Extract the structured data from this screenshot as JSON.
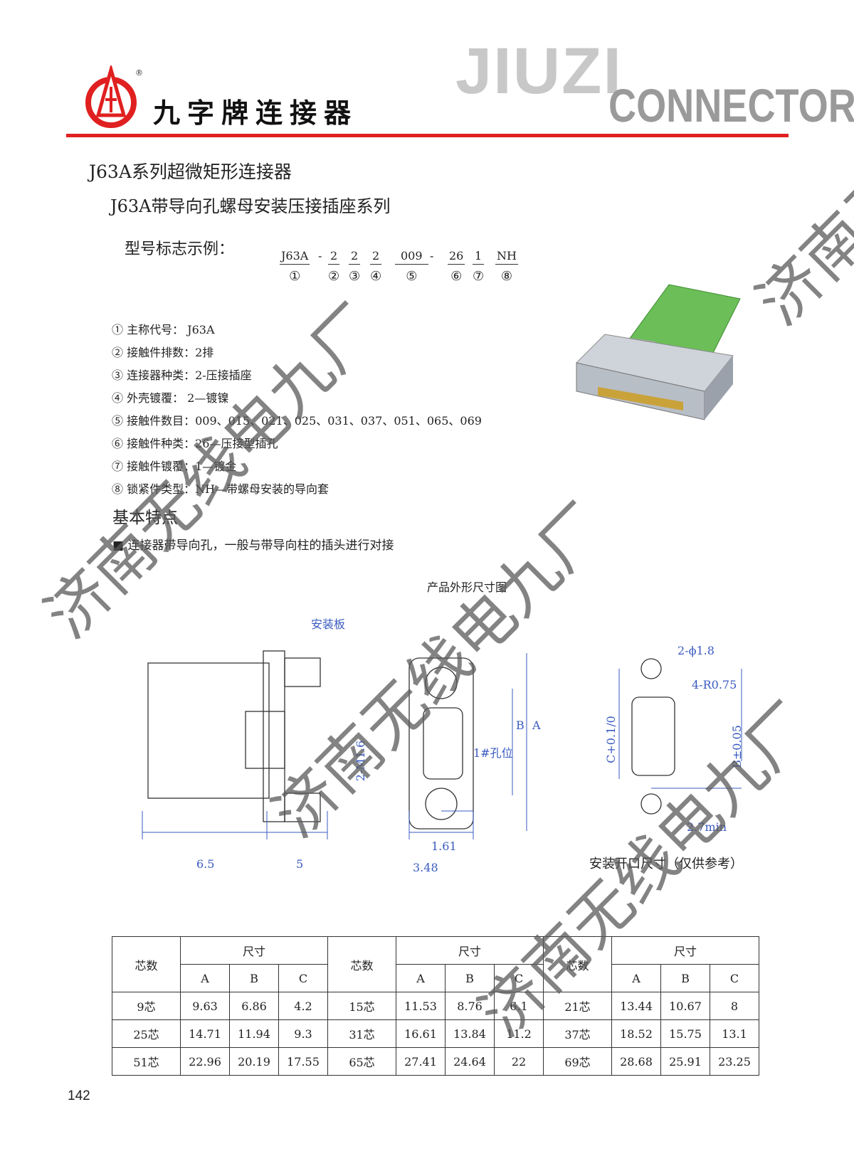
{
  "header": {
    "brand": "九字牌连接器",
    "logo_text": "JIUZI",
    "logo_sub": "CONNECTOR",
    "registered": "®"
  },
  "title": "J63A系列超微矩形连接器",
  "subtitle": "J63A带导向孔螺母安装压接插座系列",
  "model_label": "型号标志示例：",
  "model_code": [
    {
      "v": "J63A",
      "n": "①"
    },
    {
      "v": "2",
      "n": "②"
    },
    {
      "v": "2",
      "n": "③"
    },
    {
      "v": "2",
      "n": "④"
    },
    {
      "v": "009",
      "n": "⑤"
    },
    {
      "v": "26",
      "n": "⑥"
    },
    {
      "v": "1",
      "n": "⑦"
    },
    {
      "v": "NH",
      "n": "⑧"
    }
  ],
  "model_sep": "-",
  "items": [
    "① 主称代号：   J63A",
    "② 接触件排数：2排",
    "③ 连接器种类：2-压接插座",
    "④ 外壳镀覆：  2—镀镍",
    "⑤ 接触件数目：009、015、021、025、031、037、051、065、069",
    "⑥ 接触件种类：26—压接型插孔",
    "⑦ 接触件镀覆：1—镀金",
    "⑧ 锁紧件类型：NH—带螺母安装的导向套"
  ],
  "features_title": "基本特点",
  "features": [
    "连接器带导向孔，一般与带导向柱的插头进行对接"
  ],
  "drawing": {
    "title": "产品外形尺寸图",
    "plate": "安装板",
    "thread": "2-M1.6",
    "dim_65": "6.5",
    "dim_5": "5",
    "dim_A": "A",
    "dim_B": "B",
    "hole1": "1#孔位",
    "dim_161": "1.61",
    "dim_348": "3.48",
    "phi": "2-ϕ1.8",
    "radius": "4-R0.75",
    "dim_C": "C+0.1/0",
    "dim_B2": "B±0.05",
    "min": "2.7min",
    "cutout_caption": "安装开口尺寸（仅供参考）"
  },
  "table": {
    "h_count": "芯数",
    "h_size": "尺寸",
    "cols": [
      "A",
      "B",
      "C"
    ],
    "rows": [
      [
        [
          "9芯",
          "9.63",
          "6.86",
          "4.2"
        ],
        [
          "15芯",
          "11.53",
          "8.76",
          "6.1"
        ],
        [
          "21芯",
          "13.44",
          "10.67",
          "8"
        ]
      ],
      [
        [
          "25芯",
          "14.71",
          "11.94",
          "9.3"
        ],
        [
          "31芯",
          "16.61",
          "13.84",
          "11.2"
        ],
        [
          "37芯",
          "18.52",
          "15.75",
          "13.1"
        ]
      ],
      [
        [
          "51芯",
          "22.96",
          "20.19",
          "17.55"
        ],
        [
          "65芯",
          "27.41",
          "24.64",
          "22"
        ],
        [
          "69芯",
          "28.68",
          "25.91",
          "23.25"
        ]
      ]
    ]
  },
  "page_number": "142",
  "watermark": "济南无线电九厂"
}
